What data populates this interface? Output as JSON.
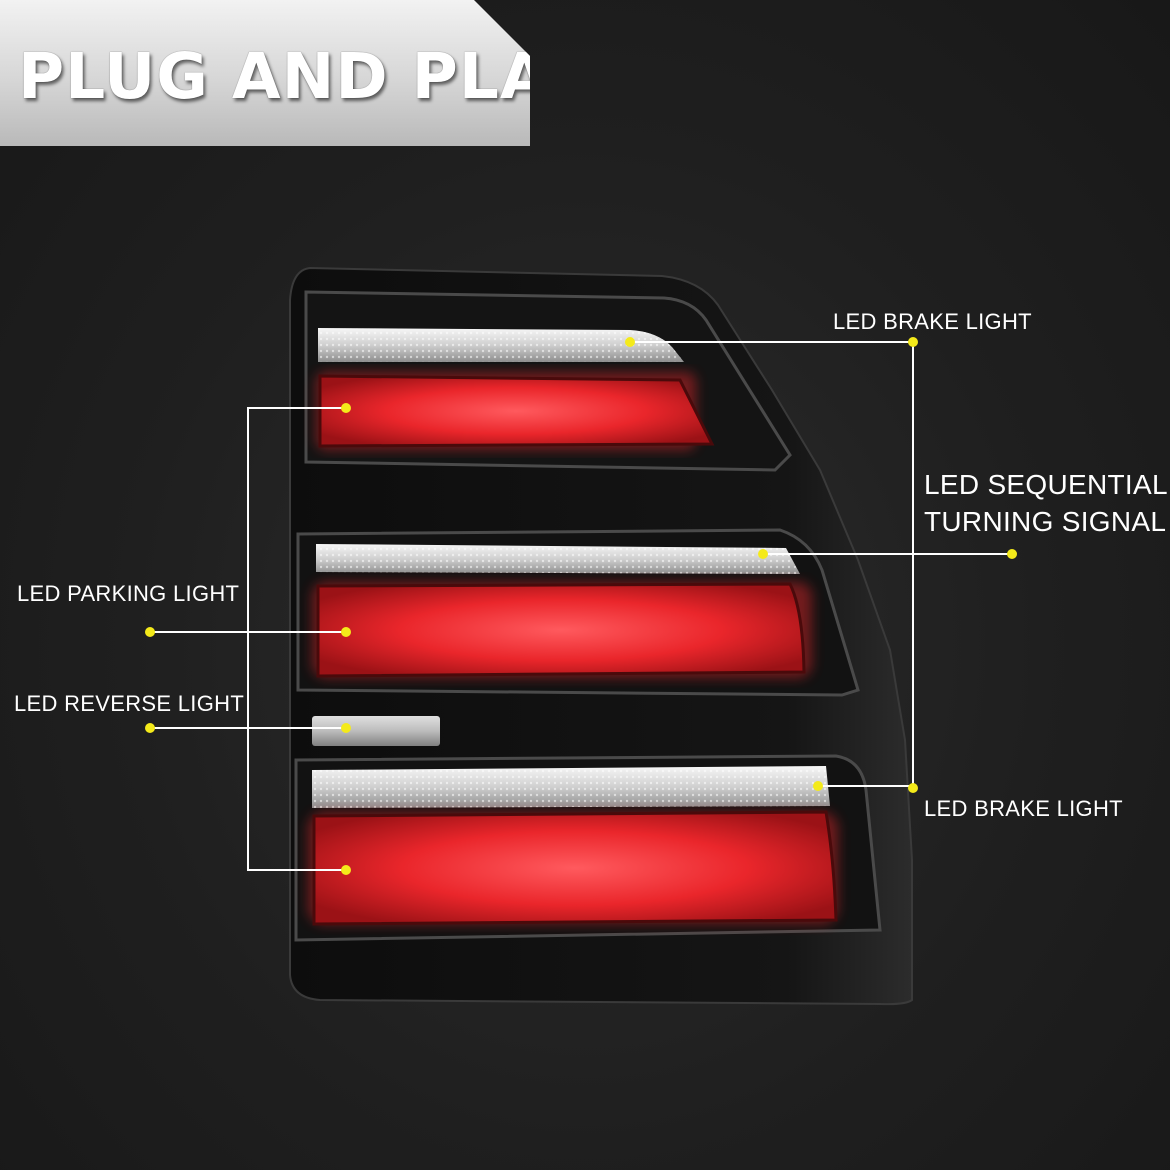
{
  "banner": {
    "title": "PLUG AND PLAY"
  },
  "callouts": {
    "brake_light_top": "LED BRAKE LIGHT",
    "sequential_signal_line1": "LED SEQUENTIAL",
    "sequential_signal_line2": "TURNING SIGNAL",
    "parking_light": "LED PARKING LIGHT",
    "reverse_light": "LED REVERSE LIGHT",
    "brake_light_bottom": "LED BRAKE LIGHT"
  },
  "colors": {
    "marker": "#f4ea1a",
    "leader_line": "#ffffff",
    "lens_red": "#e8262a",
    "background": "#1f1f1f"
  }
}
